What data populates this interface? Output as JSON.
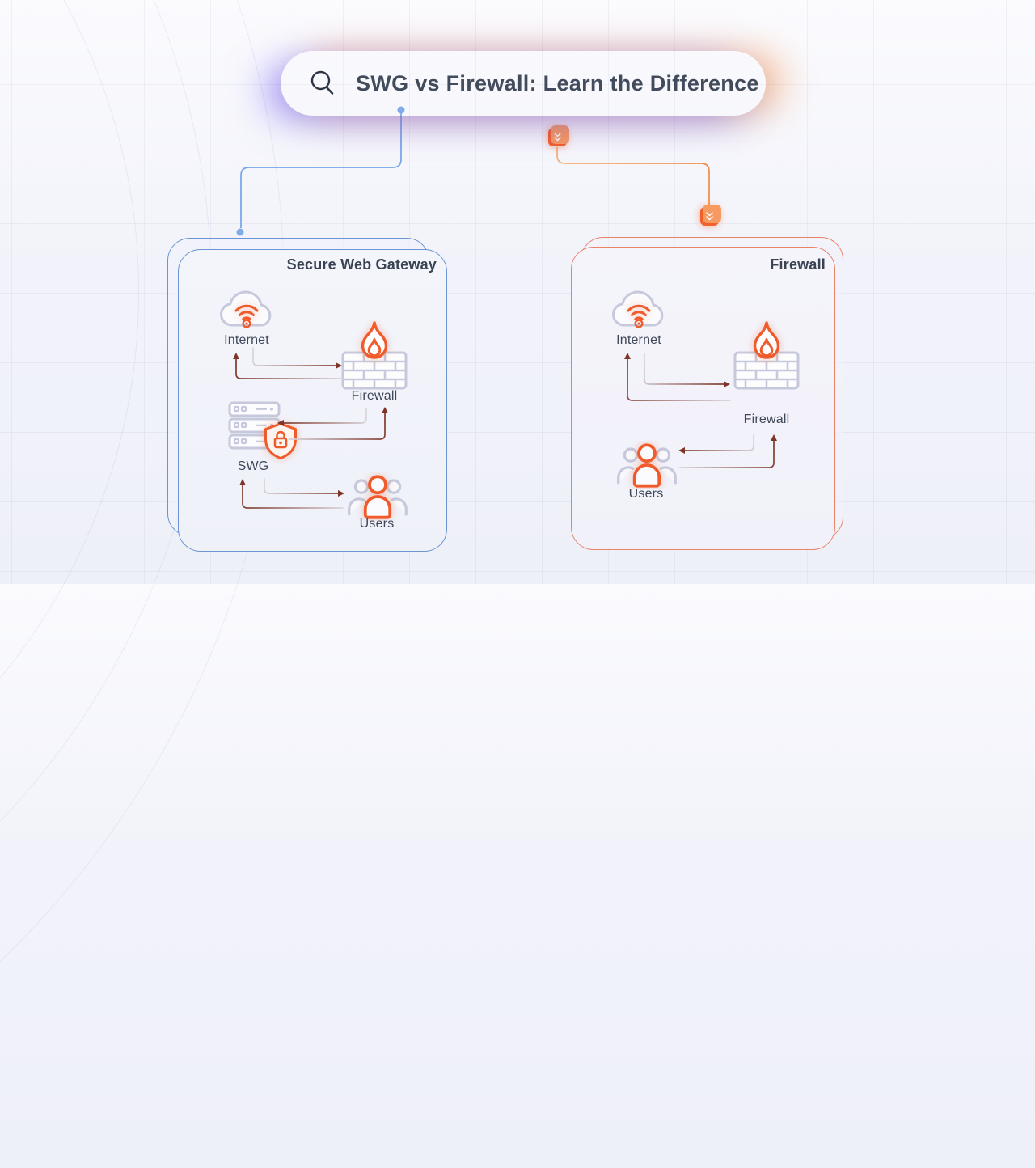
{
  "search_bar": {
    "query": "SWG vs Firewall: Learn the Difference",
    "icon": "magnifier"
  },
  "connectors": {
    "left_line_color": "#74A5E8",
    "right_line_color": "#F2935B",
    "badge_icon": "double-chevron-down",
    "badge_color": "#F2602C"
  },
  "panels": {
    "secure_web_gateway": {
      "title": "Secure Web Gateway",
      "border_color": "#6A94D4",
      "nodes": {
        "internet": "Internet",
        "firewall": "Firewall",
        "swg": "SWG",
        "users": "Users"
      }
    },
    "firewall": {
      "title": "Firewall",
      "border_color": "#E8836A",
      "nodes": {
        "internet": "Internet",
        "firewall": "Firewall",
        "users": "Users"
      }
    }
  },
  "colors": {
    "accent_orange": "#EF5B2B",
    "icon_gray": "#C6C9DC",
    "arrow_maroon": "#7E3527",
    "text_dark": "#3E4858",
    "title_dark": "#3A4353"
  }
}
